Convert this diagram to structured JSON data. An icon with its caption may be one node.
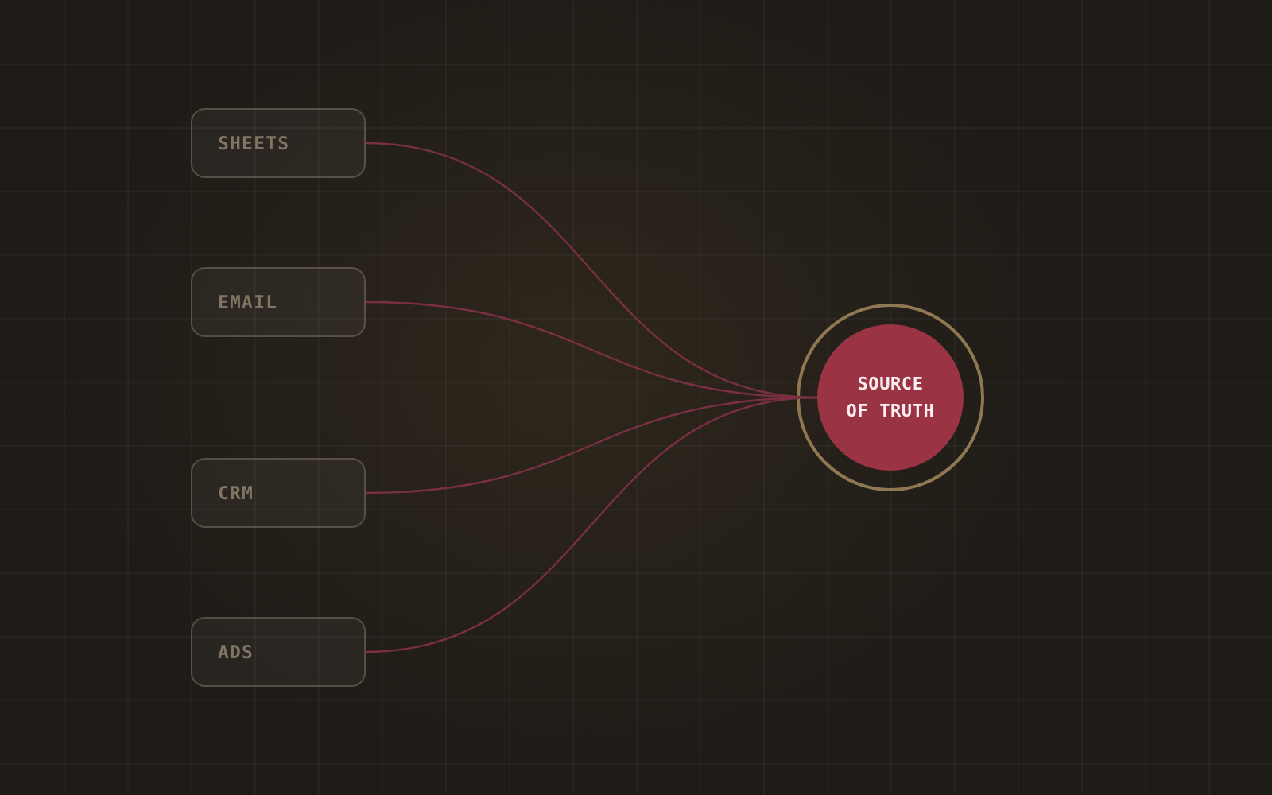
{
  "diagram": {
    "nodes": [
      {
        "text": [
          "SHEETS"
        ]
      },
      {
        "text": [
          "EMAIL"
        ]
      },
      {
        "text": [
          "CRM"
        ]
      },
      {
        "text": [
          "ADS"
        ]
      },
      {
        "text": [
          "SOURCE OF TRUTH"
        ]
      }
    ],
    "edges": [
      {
        "from": 0,
        "to": 4,
        "arrow": "none"
      },
      {
        "from": 1,
        "to": 4,
        "arrow": "none"
      },
      {
        "from": 2,
        "to": 4,
        "arrow": "none"
      },
      {
        "from": 3,
        "to": 4,
        "arrow": "none"
      }
    ]
  }
}
